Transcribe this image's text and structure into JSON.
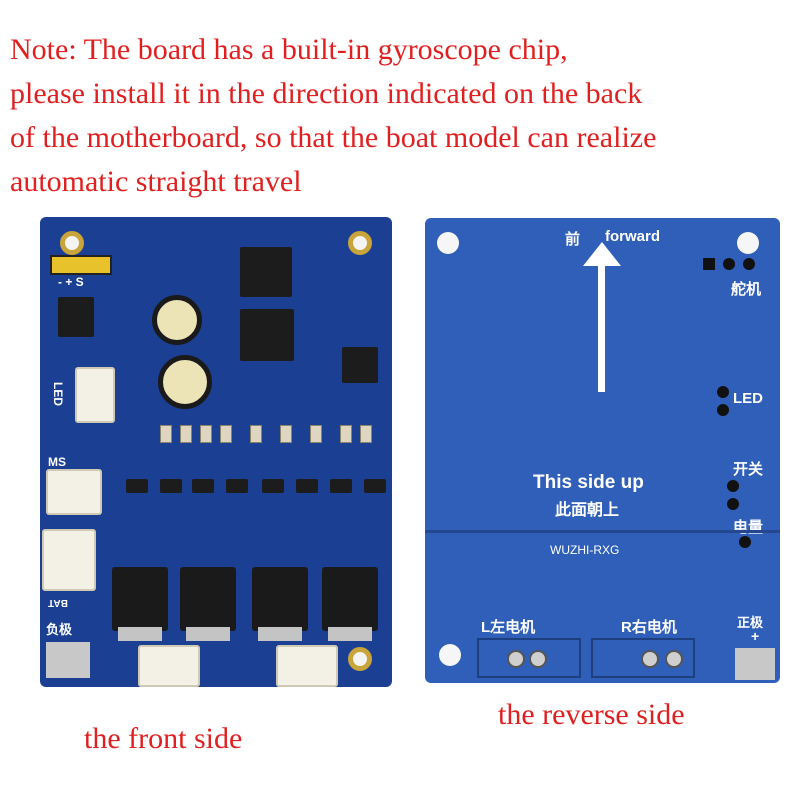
{
  "note": {
    "lines": [
      "Note: The board has a built-in gyroscope chip,",
      "please install it in the direction indicated on the back",
      "of the motherboard, so that the boat model can realize",
      "automatic straight travel"
    ]
  },
  "captions": {
    "front": "the front side",
    "reverse": "the reverse side"
  },
  "front_board": {
    "labels": {
      "led": "LED",
      "ms": "MS",
      "bat": "BAT",
      "neg": "负极",
      "pins": "- + S"
    }
  },
  "back_board": {
    "labels": {
      "forward_cn": "前",
      "forward_en": "forward",
      "servo": "舵机",
      "led": "LED",
      "switch": "开关",
      "battery": "电量",
      "side_up_en": "This side up",
      "side_up_cn": "此面朝上",
      "model": "WUZHI-RXG",
      "left_motor": "L左电机",
      "right_motor": "R右电机",
      "positive": "正极",
      "plus": "+"
    }
  },
  "colors": {
    "note_text": "#e02020",
    "front_pcb": "#1a3f93",
    "back_pcb": "#2f5fb8"
  }
}
